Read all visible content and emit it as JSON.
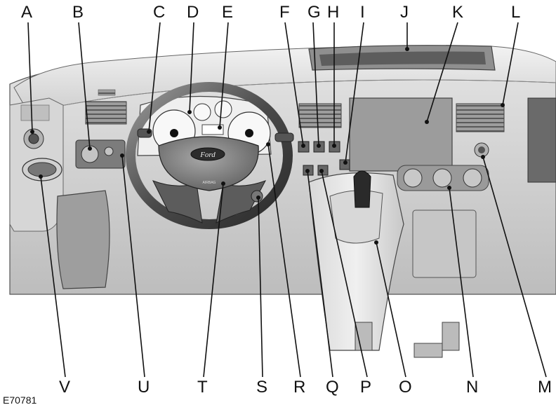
{
  "figure_code": "E70781",
  "badge_text": "Ford",
  "airbag_text": "AIRBAG",
  "callouts": [
    "A",
    "B",
    "C",
    "D",
    "E",
    "F",
    "G",
    "H",
    "I",
    "J",
    "K",
    "L",
    "M",
    "N",
    "O",
    "P",
    "Q",
    "R",
    "S",
    "T",
    "U",
    "V"
  ]
}
